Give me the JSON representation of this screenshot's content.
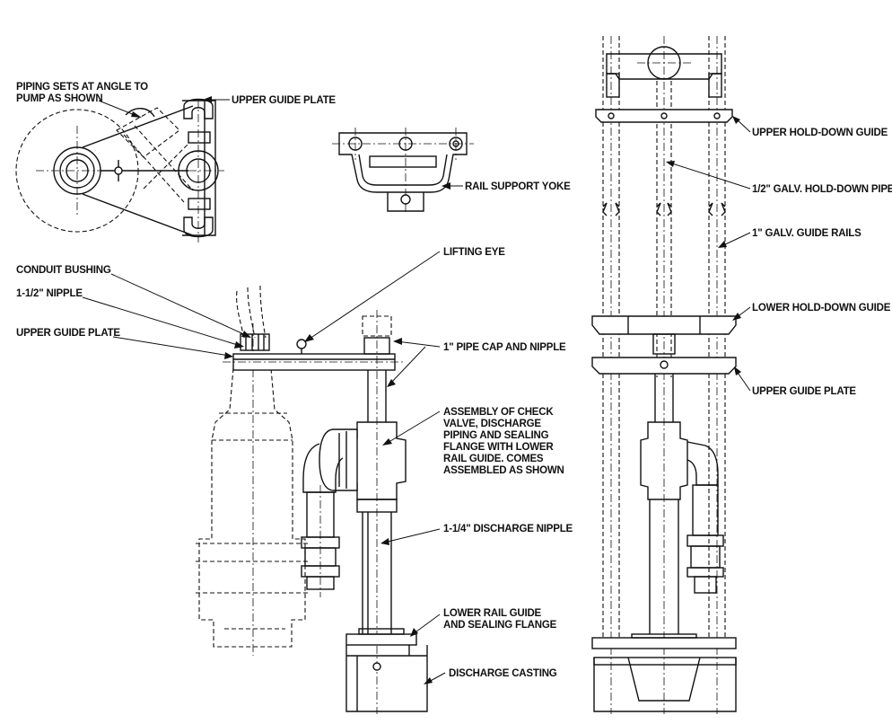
{
  "labels": {
    "piping_sets_1": "PIPING SETS AT ANGLE TO",
    "piping_sets_2": "PUMP AS SHOWN",
    "upper_guide_plate_top": "UPPER GUIDE PLATE",
    "rail_support_yoke": "RAIL SUPPORT YOKE",
    "lifting_eye": "LIFTING EYE",
    "conduit_bushing": "CONDUIT BUSHING",
    "nipple_1_1_2": "1-1/2\" NIPPLE",
    "upper_guide_plate_left": "UPPER GUIDE PLATE",
    "pipe_cap_nipple": "1\" PIPE CAP AND NIPPLE",
    "assembly_1": "ASSEMBLY OF CHECK",
    "assembly_2": "VALVE, DISCHARGE",
    "assembly_3": "PIPING AND SEALING",
    "assembly_4": "FLANGE WITH LOWER",
    "assembly_5": "RAIL GUIDE.  COMES",
    "assembly_6": "ASSEMBLED AS SHOWN",
    "discharge_nipple": "1-1/4\" DISCHARGE NIPPLE",
    "lower_rail_guide_1": "LOWER RAIL GUIDE",
    "lower_rail_guide_2": "AND SEALING FLANGE",
    "discharge_casting": "DISCHARGE CASTING",
    "upper_hold_down_guide": "UPPER HOLD-DOWN GUIDE",
    "hold_down_pipe": "1/2\" GALV. HOLD-DOWN PIPE",
    "guide_rails": "1\" GALV. GUIDE RAILS",
    "lower_hold_down_guide": "LOWER HOLD-DOWN GUIDE",
    "upper_guide_plate_right": "UPPER GUIDE PLATE"
  }
}
